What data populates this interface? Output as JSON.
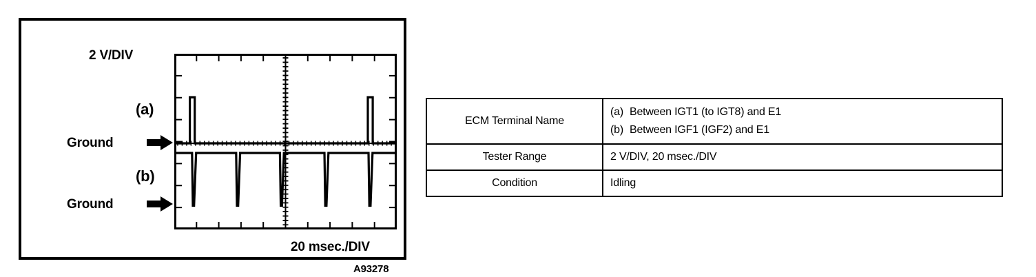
{
  "figure": {
    "id_code": "A93278",
    "vertical_scale_label": "2 V/DIV",
    "horizontal_scale_label": "20 msec./DIV",
    "trace_a_label": "(a)",
    "trace_b_label": "(b)",
    "ground_label_a": "Ground",
    "ground_label_b": "Ground",
    "arrow_icon_a": "right-arrow-icon",
    "arrow_icon_b": "right-arrow-icon"
  },
  "chart_data": {
    "type": "line",
    "title": "",
    "xlabel": "20 msec./DIV",
    "ylabel": "2 V/DIV",
    "grid": true,
    "legend": "none",
    "x_divisions": 10,
    "y_divisions": 8,
    "x_unit_per_div": "20 msec",
    "y_unit_per_div": "2 V",
    "series": [
      {
        "name": "(a)",
        "description": "IGT ignition signal: narrow positive rectangular pulses rising from ground",
        "baseline_div": 0,
        "pulse_amplitude_div": 2.1,
        "pulse_width_div": 0.22,
        "pulse_x_div": [
          0.7,
          8.7
        ]
      },
      {
        "name": "(b)",
        "description": "IGF confirmation signal: sharp negative spikes dropping from a high baseline",
        "baseline_div": -0.35,
        "spike_depth_div": 2.4,
        "spike_width_div": 0.18,
        "spike_x_div": [
          0.8,
          2.78,
          4.75,
          6.75,
          8.73
        ]
      }
    ]
  },
  "spec_table": {
    "rows": [
      {
        "label": "ECM Terminal Name",
        "values": [
          {
            "tag": "(a)",
            "text": "Between IGT1 (to IGT8) and E1"
          },
          {
            "tag": "(b)",
            "text": "Between IGF1 (IGF2) and E1"
          }
        ]
      },
      {
        "label": "Tester Range",
        "values": [
          {
            "tag": "",
            "text": "2 V/DIV, 20 msec./DIV"
          }
        ]
      },
      {
        "label": "Condition",
        "values": [
          {
            "tag": "",
            "text": "Idling"
          }
        ]
      }
    ]
  }
}
